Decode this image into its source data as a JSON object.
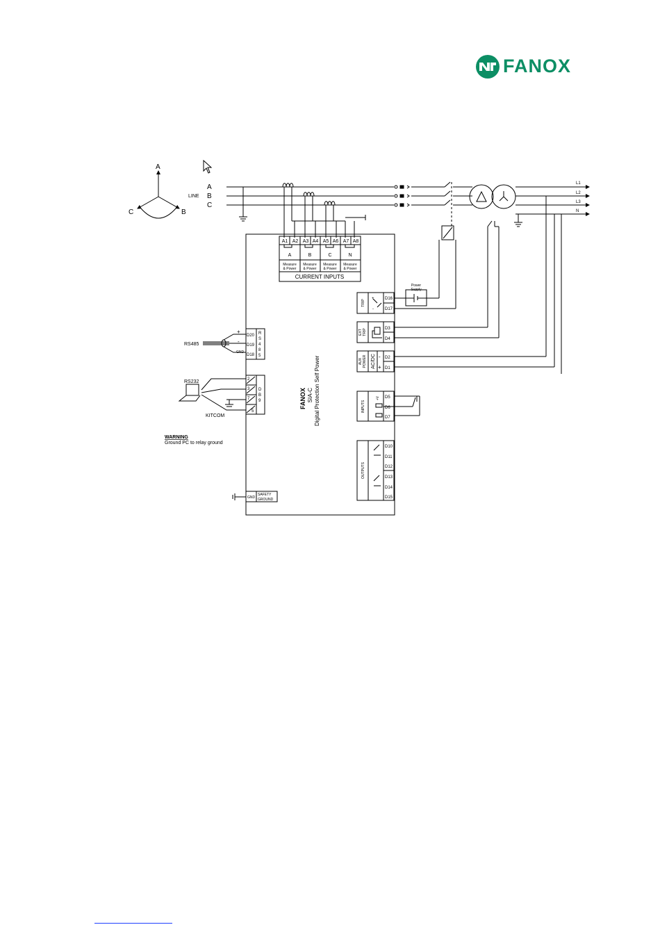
{
  "logo": {
    "text": "FANOX",
    "color": "#0c8e64"
  },
  "phasor": {
    "a": "A",
    "b": "B",
    "c": "C"
  },
  "line": {
    "label": "LINE",
    "phases": [
      "A",
      "B",
      "C"
    ]
  },
  "bus_labels": [
    "L1",
    "L2",
    "L3",
    "N"
  ],
  "current_inputs": {
    "terminals": [
      "A1",
      "A2",
      "A3",
      "A4",
      "A5",
      "A6",
      "A7",
      "A8"
    ],
    "phases": [
      "A",
      "B",
      "C",
      "N"
    ],
    "measure_line1": "Measure",
    "measure_line2": "& Power",
    "title": "CURRENT INPUTS"
  },
  "trip": {
    "label": "TRIP",
    "plus": "+",
    "minus": "-",
    "t1": "D16",
    "t2": "D17"
  },
  "power_supply": {
    "line1": "Power",
    "line2": "Supply"
  },
  "ext_trip": {
    "label1": "EXT",
    "label2": "TRIP",
    "t1": "D3",
    "t2": "D4"
  },
  "aux_power": {
    "label1": "AUX",
    "label2": "POWER",
    "acdc": "AC/DC",
    "minus": "-",
    "plus": "+",
    "t1": "D2",
    "t2": "D1"
  },
  "inputs": {
    "label": "INPUTS",
    "vplus": "+V",
    "terms": [
      "D5",
      "D6",
      "D7"
    ]
  },
  "outputs": {
    "label": "OUTPUTS",
    "terms": [
      "D10",
      "D11",
      "D12",
      "D13",
      "D14",
      "D15"
    ]
  },
  "rs485": {
    "label": "RS485",
    "plus": "+",
    "minus": "-",
    "gnd": "GND",
    "terms": [
      "D20",
      "D19",
      "D18"
    ],
    "side": [
      "R",
      "S",
      "4",
      "8",
      "5"
    ]
  },
  "rs232": {
    "label": "RS232",
    "pins": [
      "2",
      "3",
      "7",
      "5"
    ],
    "side": [
      "D",
      "B",
      "9"
    ],
    "kitcom": "KITCOM"
  },
  "warning": {
    "title": "WARNING",
    "text": "Ground PC to relay ground"
  },
  "device": {
    "brand": "FANOX",
    "model": "SIA-C",
    "desc": "Digital Protection Self Power"
  },
  "safety": {
    "gnd": "GND",
    "line1": "SAFETY",
    "line2": "GROUND"
  }
}
